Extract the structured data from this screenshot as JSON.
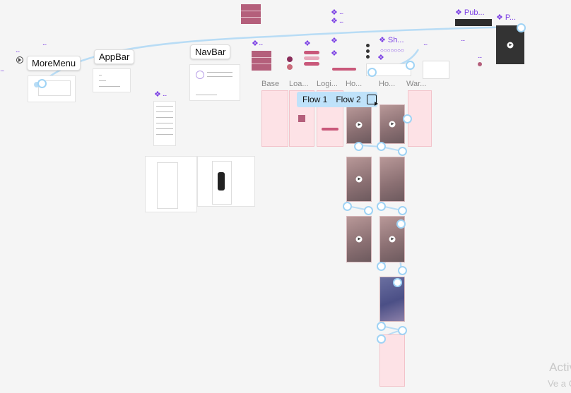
{
  "components": {
    "more_menu": "MoreMenu",
    "app_bar": "AppBar",
    "nav_bar": "NavBar",
    "pub": "Pub...",
    "p": "P...",
    "sh": "Sh..."
  },
  "columns": [
    "Base",
    "Loa...",
    "Logi...",
    "Ho...",
    "Ho...",
    "War..."
  ],
  "flow_tabs": [
    "Flow 1",
    "Flow 2"
  ],
  "dots": "...",
  "watermark": {
    "line1": "Activ",
    "line2": "Ve a C"
  },
  "colors": {
    "accent": "#7b3fe4",
    "flow": "#9fd3f5",
    "frame_bg": "#fde2e6",
    "brand": "#b45f7b"
  },
  "icons": [
    "component-icon",
    "play-icon",
    "present-icon"
  ]
}
